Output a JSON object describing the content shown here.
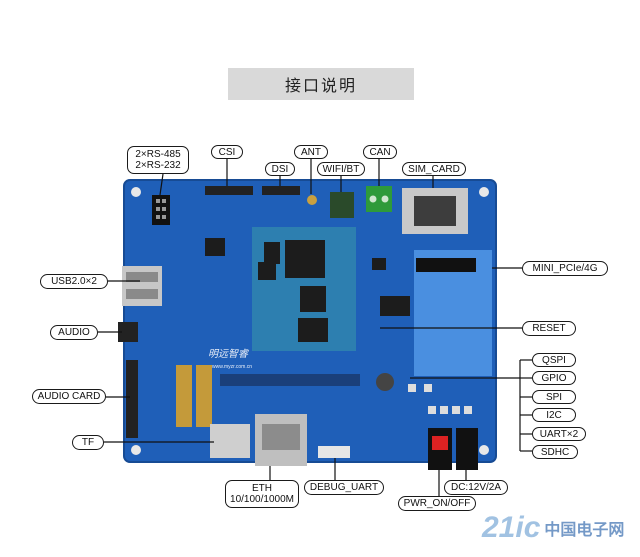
{
  "title": "接口说明",
  "board_brand": "明远智睿",
  "board_url": "www.myzr.com.cn",
  "watermark": {
    "main": "21ic",
    "sub": "中国电子网"
  },
  "labels": {
    "rs485": "2×RS-485",
    "rs232": "2×RS-232",
    "csi": "CSI",
    "dsi": "DSI",
    "ant": "ANT",
    "wifi_bt": "WIFI/BT",
    "can": "CAN",
    "sim_card": "SIM_CARD",
    "usb": "USB2.0×2",
    "mini_pcie": "MINI_PCIe/4G",
    "audio": "AUDIO",
    "reset": "RESET",
    "qspi": "QSPI",
    "audio_card": "AUDIO CARD",
    "gpio": "GPIO",
    "spi": "SPI",
    "i2c": "I2C",
    "uart": "UART×2",
    "tf": "TF",
    "sdhc": "SDHC",
    "eth_line1": "ETH",
    "eth_line2": "10/100/1000M",
    "debug_uart": "DEBUG_UART",
    "dc": "DC:12V/2A",
    "pwr": "PWR_ON/OFF"
  },
  "colors": {
    "board": "#1f5fb8",
    "board_dark": "#174b94",
    "module": "#2d7fb0",
    "chip": "#1c1c1c",
    "pcie": "#4a8fe0",
    "connector_green": "#2e9a3a"
  }
}
